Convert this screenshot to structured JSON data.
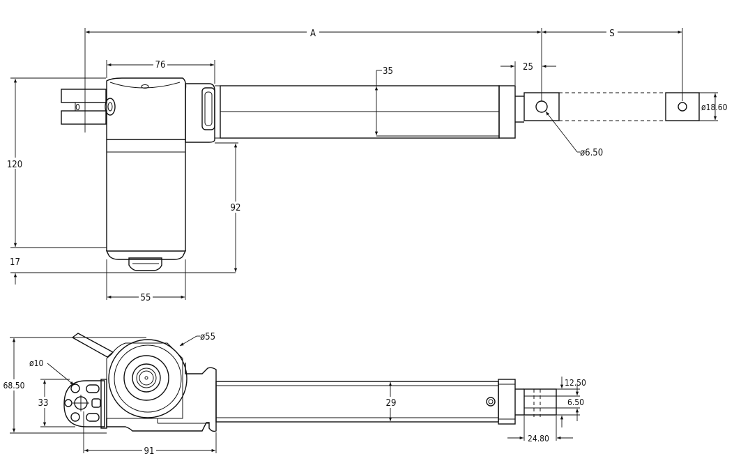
{
  "side_view": {
    "dim_A": "A",
    "dim_S": "S",
    "dim_76": "76",
    "dim_35": "35",
    "dim_25": "25",
    "dim_d18_60": "ø18.60",
    "dim_d6_50": "ø6.50",
    "dim_120": "120",
    "dim_92": "92",
    "dim_17": "17",
    "dim_55": "55",
    "dim_0": "0"
  },
  "top_view": {
    "dim_d55": "ø55",
    "dim_d10": "ø10",
    "dim_68_50": "68.50",
    "dim_33": "33",
    "dim_29": "29",
    "dim_12_50": "12.50",
    "dim_6_50": "6.50",
    "dim_24_80": "24.80",
    "dim_91": "91"
  }
}
